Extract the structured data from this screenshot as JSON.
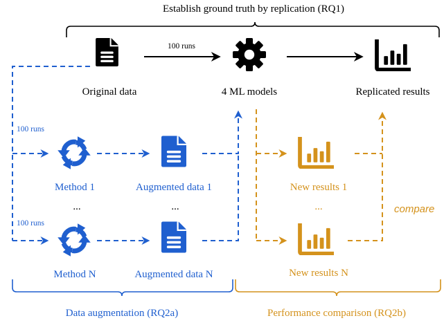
{
  "title": "Establish ground truth by replication (RQ1)",
  "top": {
    "original_data": "Original data",
    "models": "4 ML models",
    "replicated_results": "Replicated results",
    "runs_label": "100 runs"
  },
  "augmentation": {
    "runs_label_1": "100 runs",
    "runs_label_n": "100 runs",
    "method_1": "Method 1",
    "method_n": "Method N",
    "augmented_1": "Augmented data 1",
    "augmented_n": "Augmented data N",
    "ellipsis_method": "...",
    "ellipsis_aug": "...",
    "section_label": "Data augmentation (RQ2a)"
  },
  "comparison": {
    "new_results_1": "New results 1",
    "new_results_n": "New results N",
    "ellipsis_results": "...",
    "compare_label": "compare",
    "section_label": "Performance comparison (RQ2b)"
  },
  "colors": {
    "black": "#000000",
    "blue": "#1f5fcf",
    "orange": "#d4921c"
  },
  "icons": {
    "document": "document-icon",
    "gear": "gear-icon",
    "bar_chart": "bar-chart-icon",
    "sync": "sync-arrows-icon"
  }
}
